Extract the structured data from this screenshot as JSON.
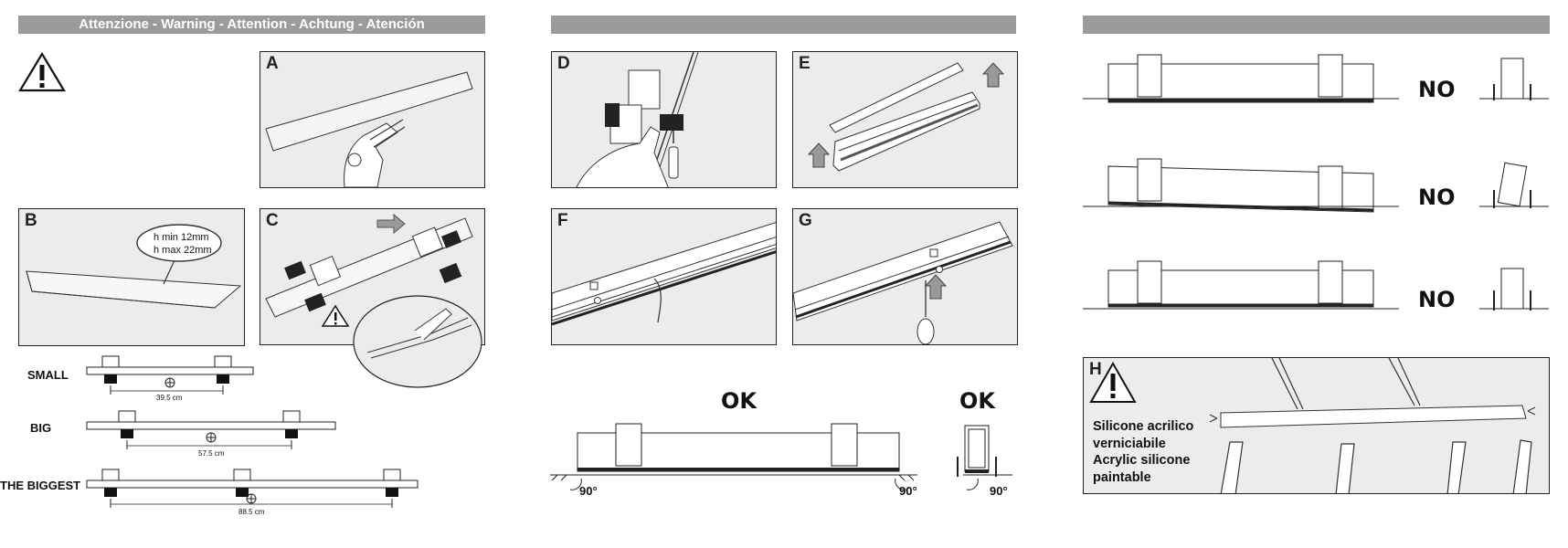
{
  "header": {
    "warning_title": "Attenzione - Warning - Attention - Achtung - Atención",
    "col2_title": "",
    "col3_title": ""
  },
  "panels": {
    "a": "A",
    "b": "B",
    "c": "C",
    "d": "D",
    "e": "E",
    "f": "F",
    "g": "G",
    "h": "H"
  },
  "b_note": {
    "line1": "h min  12mm",
    "line2": "h max 22mm"
  },
  "sizes": {
    "small": {
      "label": "SMALL",
      "dim": "39.5 cm"
    },
    "big": {
      "label": "BIG",
      "dim": "57.5 cm"
    },
    "biggest": {
      "label": "THE BIGGEST",
      "dim": "88.5 cm"
    }
  },
  "ok_labels": {
    "front": "OK",
    "side": "OK"
  },
  "angles": {
    "a1": "90°",
    "a2": "90°",
    "a3": "90°"
  },
  "no_labels": {
    "n1": "NO",
    "n2": "NO",
    "n3": "NO"
  },
  "silicone": {
    "l1": "Silicone acrilico",
    "l2": "verniciabile",
    "l3": "Acrylic silicone",
    "l4": "paintable"
  },
  "icons": [
    "warning-icon",
    "arrow-icon",
    "screwdriver-icon",
    "hand-icon"
  ],
  "colors": {
    "header_bg": "#9b9b9b",
    "panel_bg": "#ececec"
  }
}
